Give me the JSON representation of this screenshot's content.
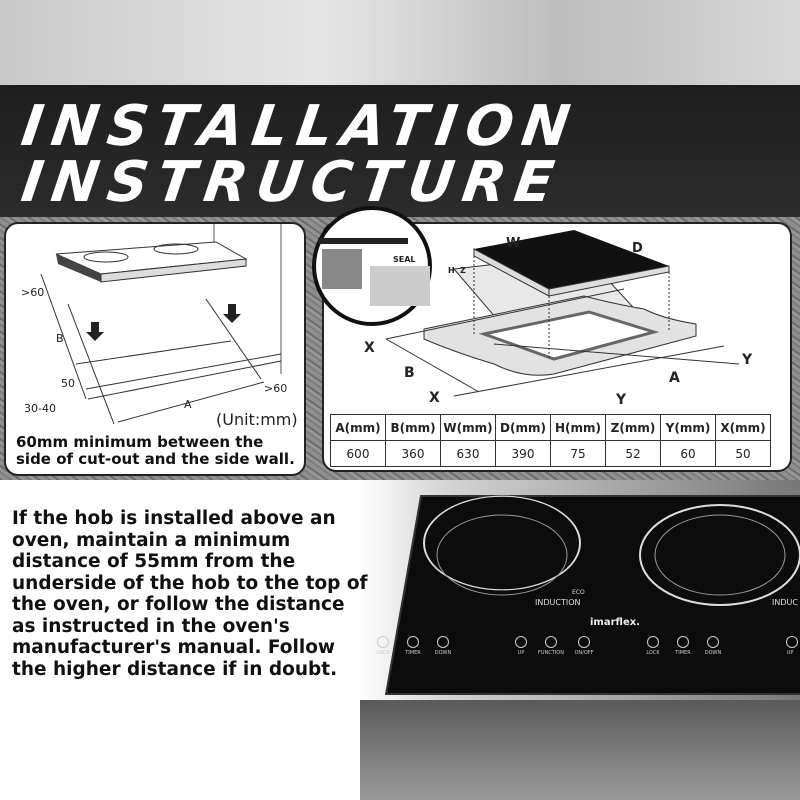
{
  "banner": {
    "line1": "INSTALLATION",
    "line2": "INSTRUCTURE"
  },
  "left_diagram": {
    "labels": [
      ">60",
      "B",
      "50",
      "30-40",
      "A",
      ">60"
    ],
    "unit": "(Unit:mm)",
    "note_line1": "60mm minimum between the",
    "note_line2": "side of cut-out and the side wall."
  },
  "right_diagram": {
    "labels": {
      "w": "W",
      "d": "D",
      "h": "H",
      "z": "Z",
      "seal": "SEAL",
      "x1": "X",
      "x2": "X",
      "b": "B",
      "a": "A",
      "y1": "Y",
      "y2": "Y"
    },
    "table": {
      "headers": [
        "A(mm)",
        "B(mm)",
        "W(mm)",
        "D(mm)",
        "H(mm)",
        "Z(mm)",
        "Y(mm)",
        "X(mm)"
      ],
      "values": [
        "600",
        "360",
        "630",
        "390",
        "75",
        "52",
        "60",
        "50"
      ]
    }
  },
  "bottom": {
    "text": "If the hob is installed above an oven, maintain a minimum distance of 55mm from the underside of the hob to the top of the oven, or follow the distance as instructed in the oven's manufacturer's manual. Follow the higher distance if in doubt."
  },
  "hob": {
    "brand": "imarflex.",
    "zone1_label": "INDUCTION",
    "zone1_sub": "ECO",
    "zone2_label": "INDUC",
    "controls": [
      "LOCK",
      "TIMER",
      "DOWN",
      "UP",
      "FUNCTION",
      "ON/OFF",
      "LOCK",
      "TIMER",
      "DOWN",
      "UP"
    ]
  }
}
